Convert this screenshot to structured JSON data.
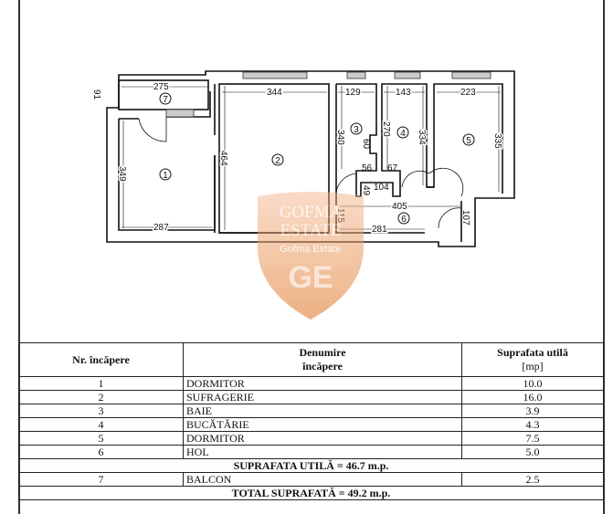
{
  "watermark": {
    "text_top": "GOFMA",
    "text_bottom": "ESTATE",
    "subtitle": "Gofma Estate",
    "monogram": "GE",
    "color": "#e8843a"
  },
  "plan": {
    "room_numbers": [
      "1",
      "2",
      "3",
      "4",
      "5",
      "6",
      "7"
    ],
    "dimensions": {
      "balcony_width": "275",
      "balcony_depth": "91",
      "room2_width": "344",
      "room3_width": "129",
      "room4_width": "143",
      "room5_width": "223",
      "room1_height": "349",
      "room2_height": "464",
      "room3_height": "340",
      "room3_step": "60",
      "room4_height": "270",
      "room4_height2": "334",
      "room5_height": "335",
      "step_a": "56",
      "step_b": "67",
      "duct_h": "49",
      "duct_w": "104",
      "hall_width": "405",
      "hall_h": "115",
      "hall_len": "281",
      "hall_door": "107",
      "room1_width": "287"
    }
  },
  "table": {
    "headers": {
      "nr": "Nr. încăpere",
      "name_line1": "Denumire",
      "name_line2": "încăpere",
      "area": "Suprafata utilă",
      "unit": "[mp]"
    },
    "rows": [
      {
        "nr": "1",
        "name": "DORMITOR",
        "area": "10.0"
      },
      {
        "nr": "2",
        "name": "SUFRAGERIE",
        "area": "16.0"
      },
      {
        "nr": "3",
        "name": "BAIE",
        "area": "3.9"
      },
      {
        "nr": "4",
        "name": "BUCĂTĂRIE",
        "area": "4.3"
      },
      {
        "nr": "5",
        "name": "DORMITOR",
        "area": "7.5"
      },
      {
        "nr": "6",
        "name": "HOL",
        "area": "5.0"
      }
    ],
    "subtotal": "SUPRAFATA UTILĂ = 46.7 m.p.",
    "balcony": {
      "nr": "7",
      "name": "BALCON",
      "area": "2.5"
    },
    "total": "TOTAL SUPRAFATĂ = 49.2 m.p."
  }
}
